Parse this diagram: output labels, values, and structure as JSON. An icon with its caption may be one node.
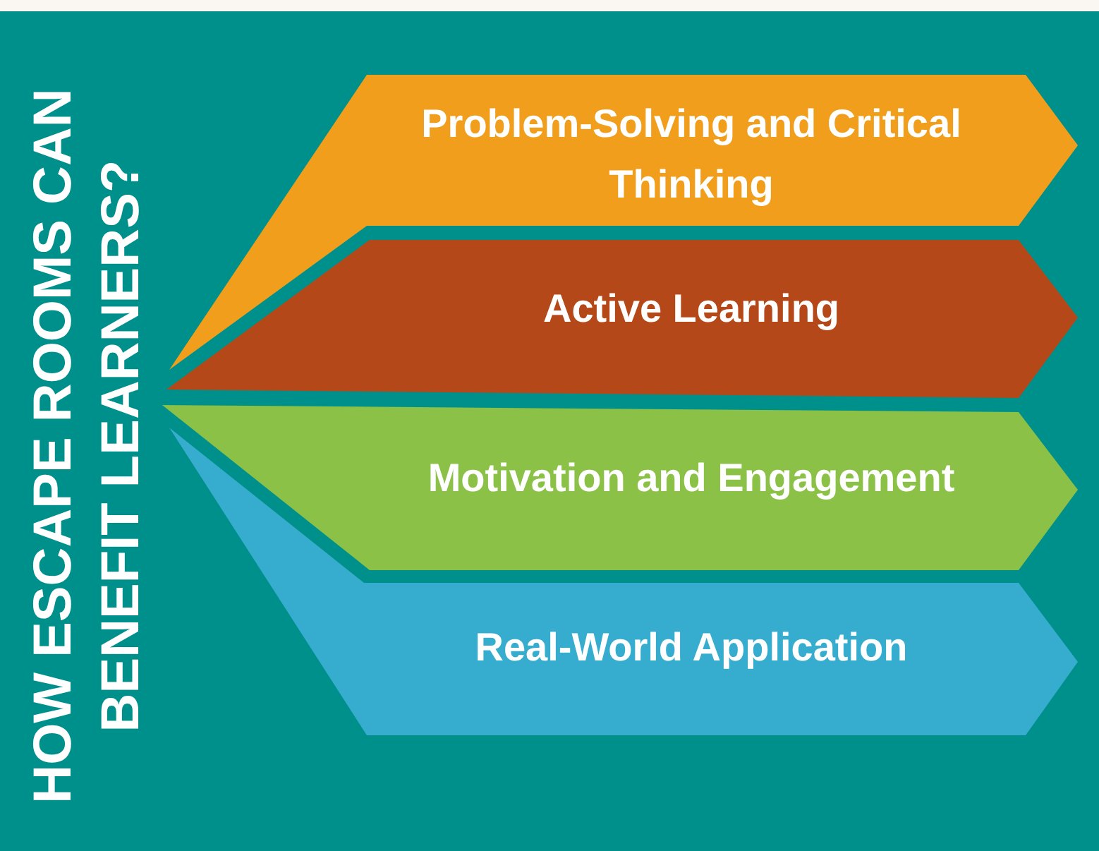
{
  "diagram": {
    "title": "HOW ESCAPE ROOMS CAN BENEFIT LEARNERS?",
    "nodes": [
      {
        "text": [
          "Problem-Solving and Critical Thinking"
        ]
      },
      {
        "text": [
          "Active Learning"
        ]
      },
      {
        "text": [
          "Motivation and Engagement"
        ]
      },
      {
        "text": [
          "Real-World Application"
        ]
      }
    ]
  }
}
